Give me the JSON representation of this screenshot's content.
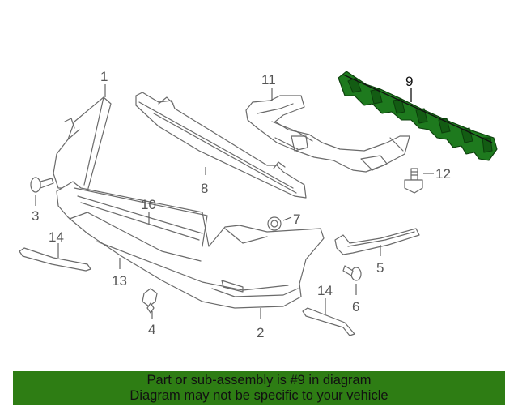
{
  "diagram": {
    "highlight_color": "#2e7d14",
    "highlighted_part": "9",
    "callouts": {
      "c1": "1",
      "c2": "2",
      "c3": "3",
      "c4": "4",
      "c5": "5",
      "c6": "6",
      "c7": "7",
      "c8": "8",
      "c9": "9",
      "c10": "10",
      "c11": "11",
      "c12": "12",
      "c13": "13",
      "c14a": "14",
      "c14b": "14"
    }
  },
  "footer": {
    "line1": "Part or sub-assembly is #9 in diagram",
    "line2": "Diagram may not be specific to your vehicle"
  }
}
